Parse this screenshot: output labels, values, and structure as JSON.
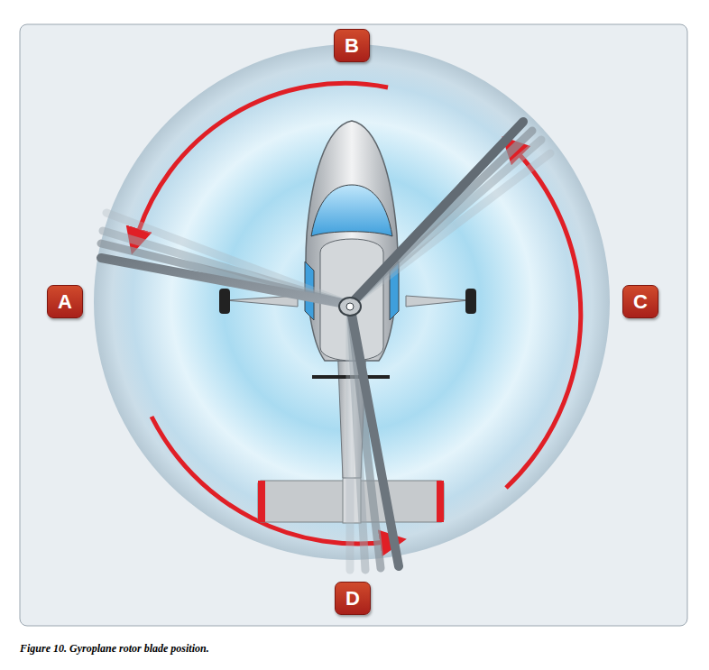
{
  "diagram": {
    "caption": "Figure 10. Gyroplane rotor blade position.",
    "nodes": [
      {
        "text": [
          "B"
        ]
      },
      {
        "text": [
          "A"
        ]
      },
      {
        "text": [
          "C"
        ]
      },
      {
        "text": [
          "D"
        ]
      }
    ]
  }
}
